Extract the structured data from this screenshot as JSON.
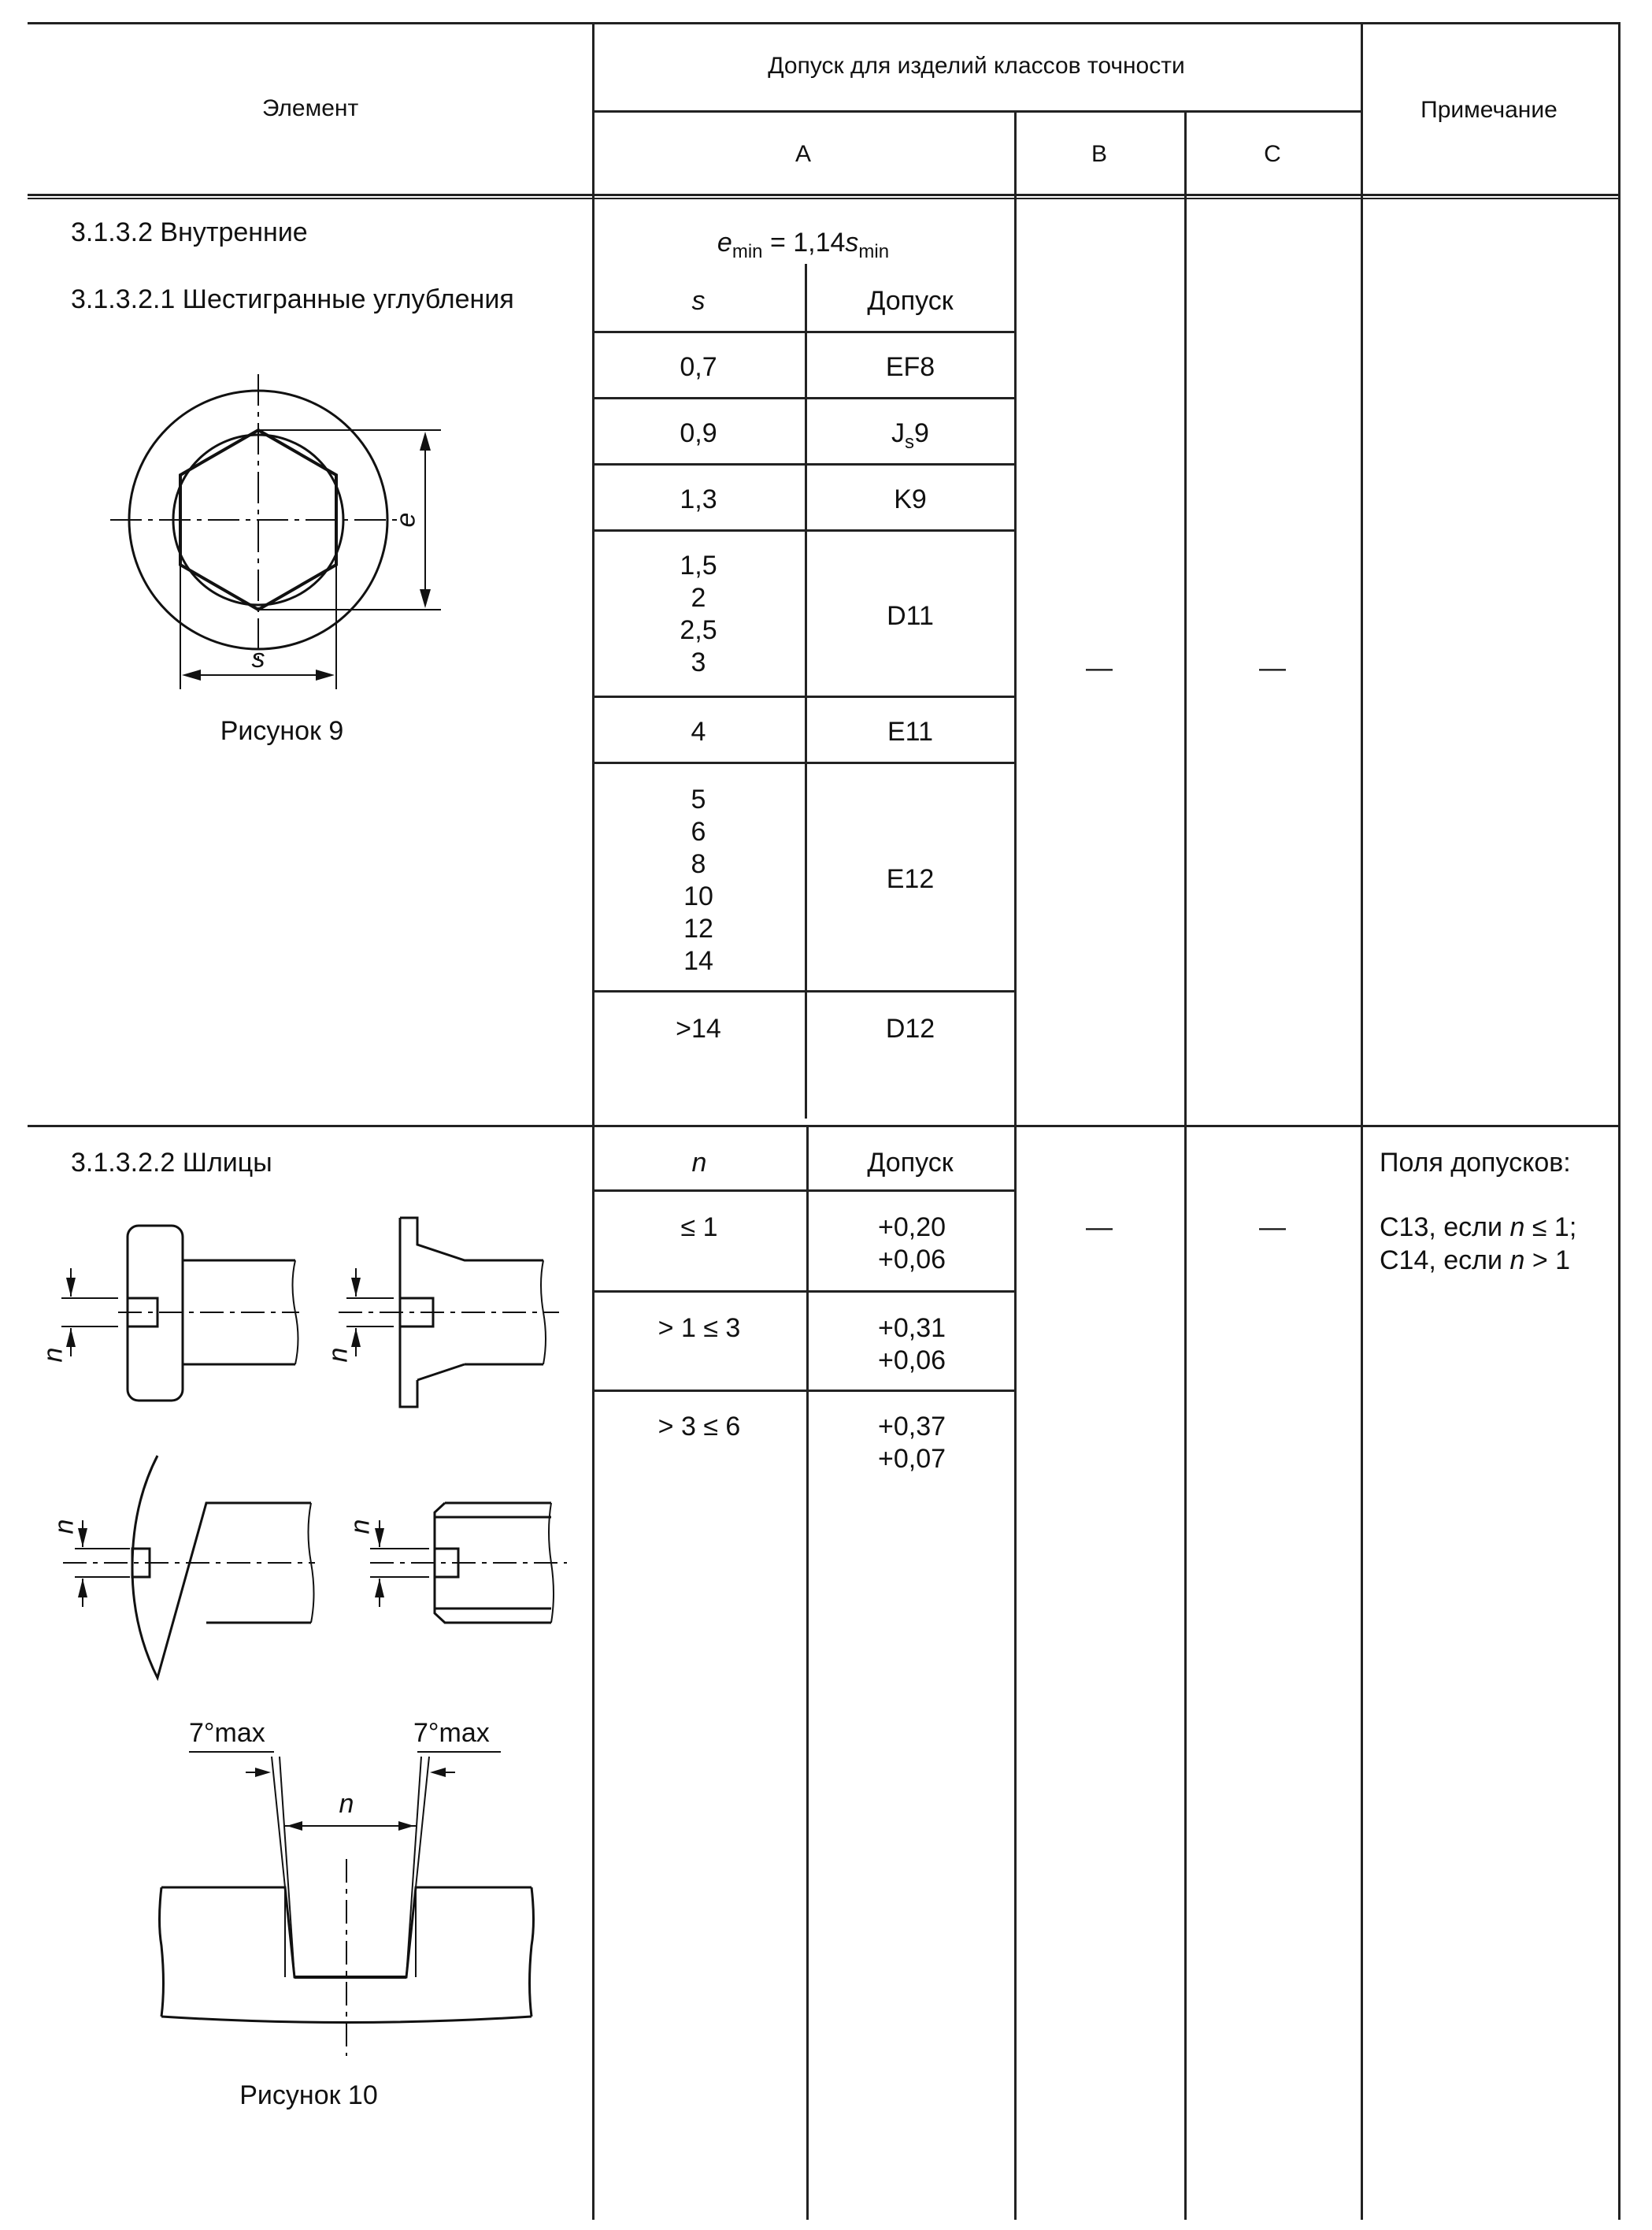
{
  "header": {
    "element": "Элемент",
    "tolerance_group": "Допуск для изделий классов точности",
    "class_a": "А",
    "class_b": "В",
    "class_c": "С",
    "note": "Примечание"
  },
  "section_internal": {
    "title": "3.1.3.2 Внутренние",
    "hex_title": "3.1.3.2.1 Шестигранные углубления",
    "formula": {
      "e": "e",
      "e_sub": "min",
      "mid": " = 1,14",
      "s": "s",
      "s_sub": "min"
    },
    "col_s": "s",
    "col_tol": "Допуск",
    "rows": [
      {
        "s": [
          "0,7"
        ],
        "tol": "EF8"
      },
      {
        "s": [
          "0,9"
        ],
        "tol_main": "J",
        "tol_sub": "s",
        "tol_tail": "9"
      },
      {
        "s": [
          "1,3"
        ],
        "tol": "K9"
      },
      {
        "s": [
          "1,5",
          "2",
          "2,5",
          "3"
        ],
        "tol": "D11"
      },
      {
        "s": [
          "4"
        ],
        "tol": "E11"
      },
      {
        "s": [
          "5",
          "6",
          "8",
          "10",
          "12",
          "14"
        ],
        "tol": "E12"
      },
      {
        "s": [
          ">14"
        ],
        "tol": "D12"
      }
    ],
    "dash_b": "—",
    "dash_c": "—",
    "figure_caption": "Рисунок 9",
    "fig_label_e": "e",
    "fig_label_s": "s"
  },
  "section_slots": {
    "title": "3.1.3.2.2 Шлицы",
    "col_n": "n",
    "col_tol": "Допуск",
    "rows": [
      {
        "n": "≤ 1",
        "upper": "+0,20",
        "lower": "+0,06"
      },
      {
        "n": "> 1 ≤ 3",
        "upper": "+0,31",
        "lower": "+0,06"
      },
      {
        "n": "> 3 ≤ 6",
        "upper": "+0,37",
        "lower": "+0,07"
      }
    ],
    "dash_b": "—",
    "dash_c": "—",
    "note_line1": "Поля допусков:",
    "note_line2_a": "С13, если ",
    "note_line2_n": "n",
    "note_line2_b": " ≤ 1;",
    "note_line3_a": "С14, если ",
    "note_line3_n": "n",
    "note_line3_b": " > 1",
    "figure_caption": "Рисунок 10",
    "fig_label_n": "n",
    "angle_label": "7°max"
  }
}
